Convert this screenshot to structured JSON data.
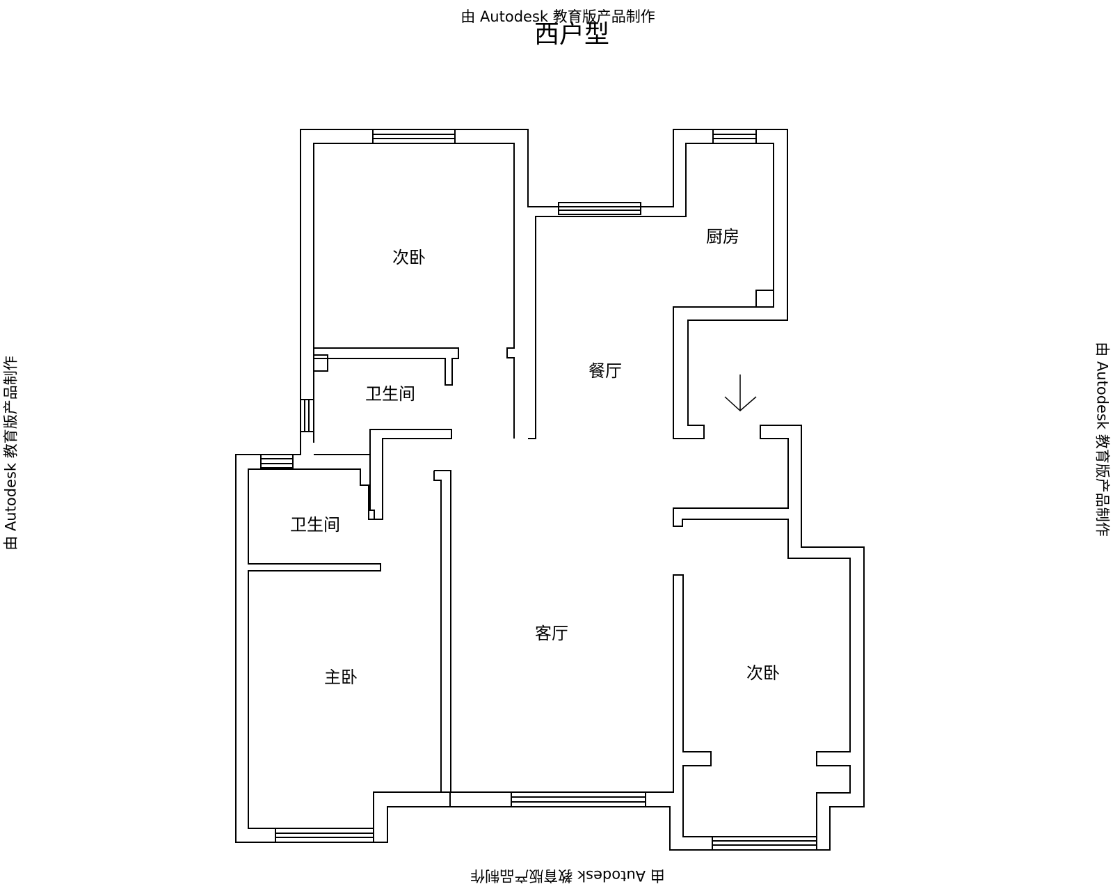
{
  "watermark": {
    "text": "由 Autodesk 教育版产品制作"
  },
  "plan": {
    "title": "西户型"
  },
  "rooms": {
    "secondary_bedroom_north": "次卧",
    "kitchen": "厨房",
    "dining_room": "餐厅",
    "bathroom_upper": "卫生间",
    "bathroom_lower": "卫生间",
    "master_bedroom": "主卧",
    "living_room": "客厅",
    "secondary_bedroom_east": "次卧"
  },
  "colors": {
    "wall": "#000000",
    "background": "#ffffff"
  },
  "icons": {
    "entrance": "entrance-arrow-icon"
  }
}
